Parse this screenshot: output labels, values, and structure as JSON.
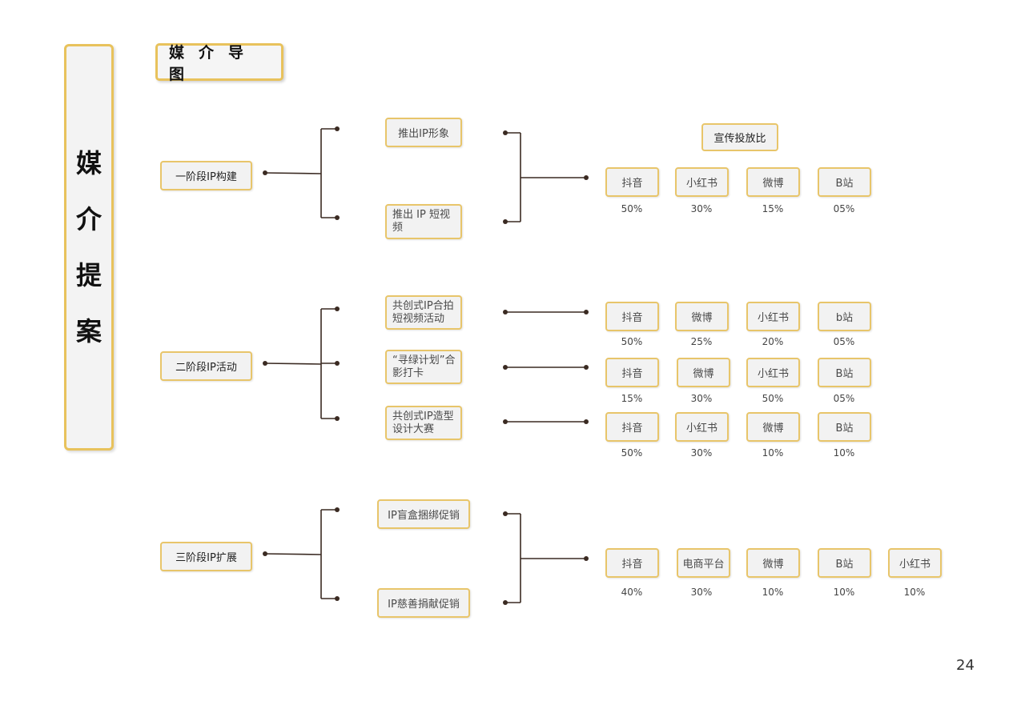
{
  "page_title_vertical": [
    "媒",
    "介",
    "提",
    "案"
  ],
  "map_title": "媒介导图",
  "ratio_title": "宣传投放比",
  "page_number": "24",
  "colors": {
    "accent_border": "#e8c56a",
    "box_fill": "#f2f2f2",
    "connector": "#3a2a22"
  },
  "stages": [
    {
      "label": "一阶段IP构建",
      "activities": [
        "推出IP形象",
        "推出 IP 短视频"
      ],
      "channels": [
        [
          {
            "name": "抖音",
            "pct": "50%"
          },
          {
            "name": "小红书",
            "pct": "30%"
          },
          {
            "name": "微博",
            "pct": "15%"
          },
          {
            "name": "B站",
            "pct": "05%"
          }
        ]
      ]
    },
    {
      "label": "二阶段IP活动",
      "activities": [
        "共创式IP合拍短视频活动",
        "“寻绿计划”合影打卡",
        "共创式IP造型设计大赛"
      ],
      "channels": [
        [
          {
            "name": "抖音",
            "pct": "50%"
          },
          {
            "name": "微博",
            "pct": "25%"
          },
          {
            "name": "小红书",
            "pct": "20%"
          },
          {
            "name": "b站",
            "pct": "05%"
          }
        ],
        [
          {
            "name": "抖音",
            "pct": "15%"
          },
          {
            "name": "微博",
            "pct": "30%"
          },
          {
            "name": "小红书",
            "pct": "50%"
          },
          {
            "name": "B站",
            "pct": "05%"
          }
        ],
        [
          {
            "name": "抖音",
            "pct": "50%"
          },
          {
            "name": "小红书",
            "pct": "30%"
          },
          {
            "name": "微博",
            "pct": "10%"
          },
          {
            "name": "B站",
            "pct": "10%"
          }
        ]
      ]
    },
    {
      "label": "三阶段IP扩展",
      "activities": [
        "IP盲盒捆绑促销",
        "IP慈善捐献促销"
      ],
      "channels": [
        [
          {
            "name": "抖音",
            "pct": "40%"
          },
          {
            "name": "电商平台",
            "pct": "30%"
          },
          {
            "name": "微博",
            "pct": "10%"
          },
          {
            "name": "B站",
            "pct": "10%"
          },
          {
            "name": "小红书",
            "pct": "10%"
          }
        ]
      ]
    }
  ]
}
